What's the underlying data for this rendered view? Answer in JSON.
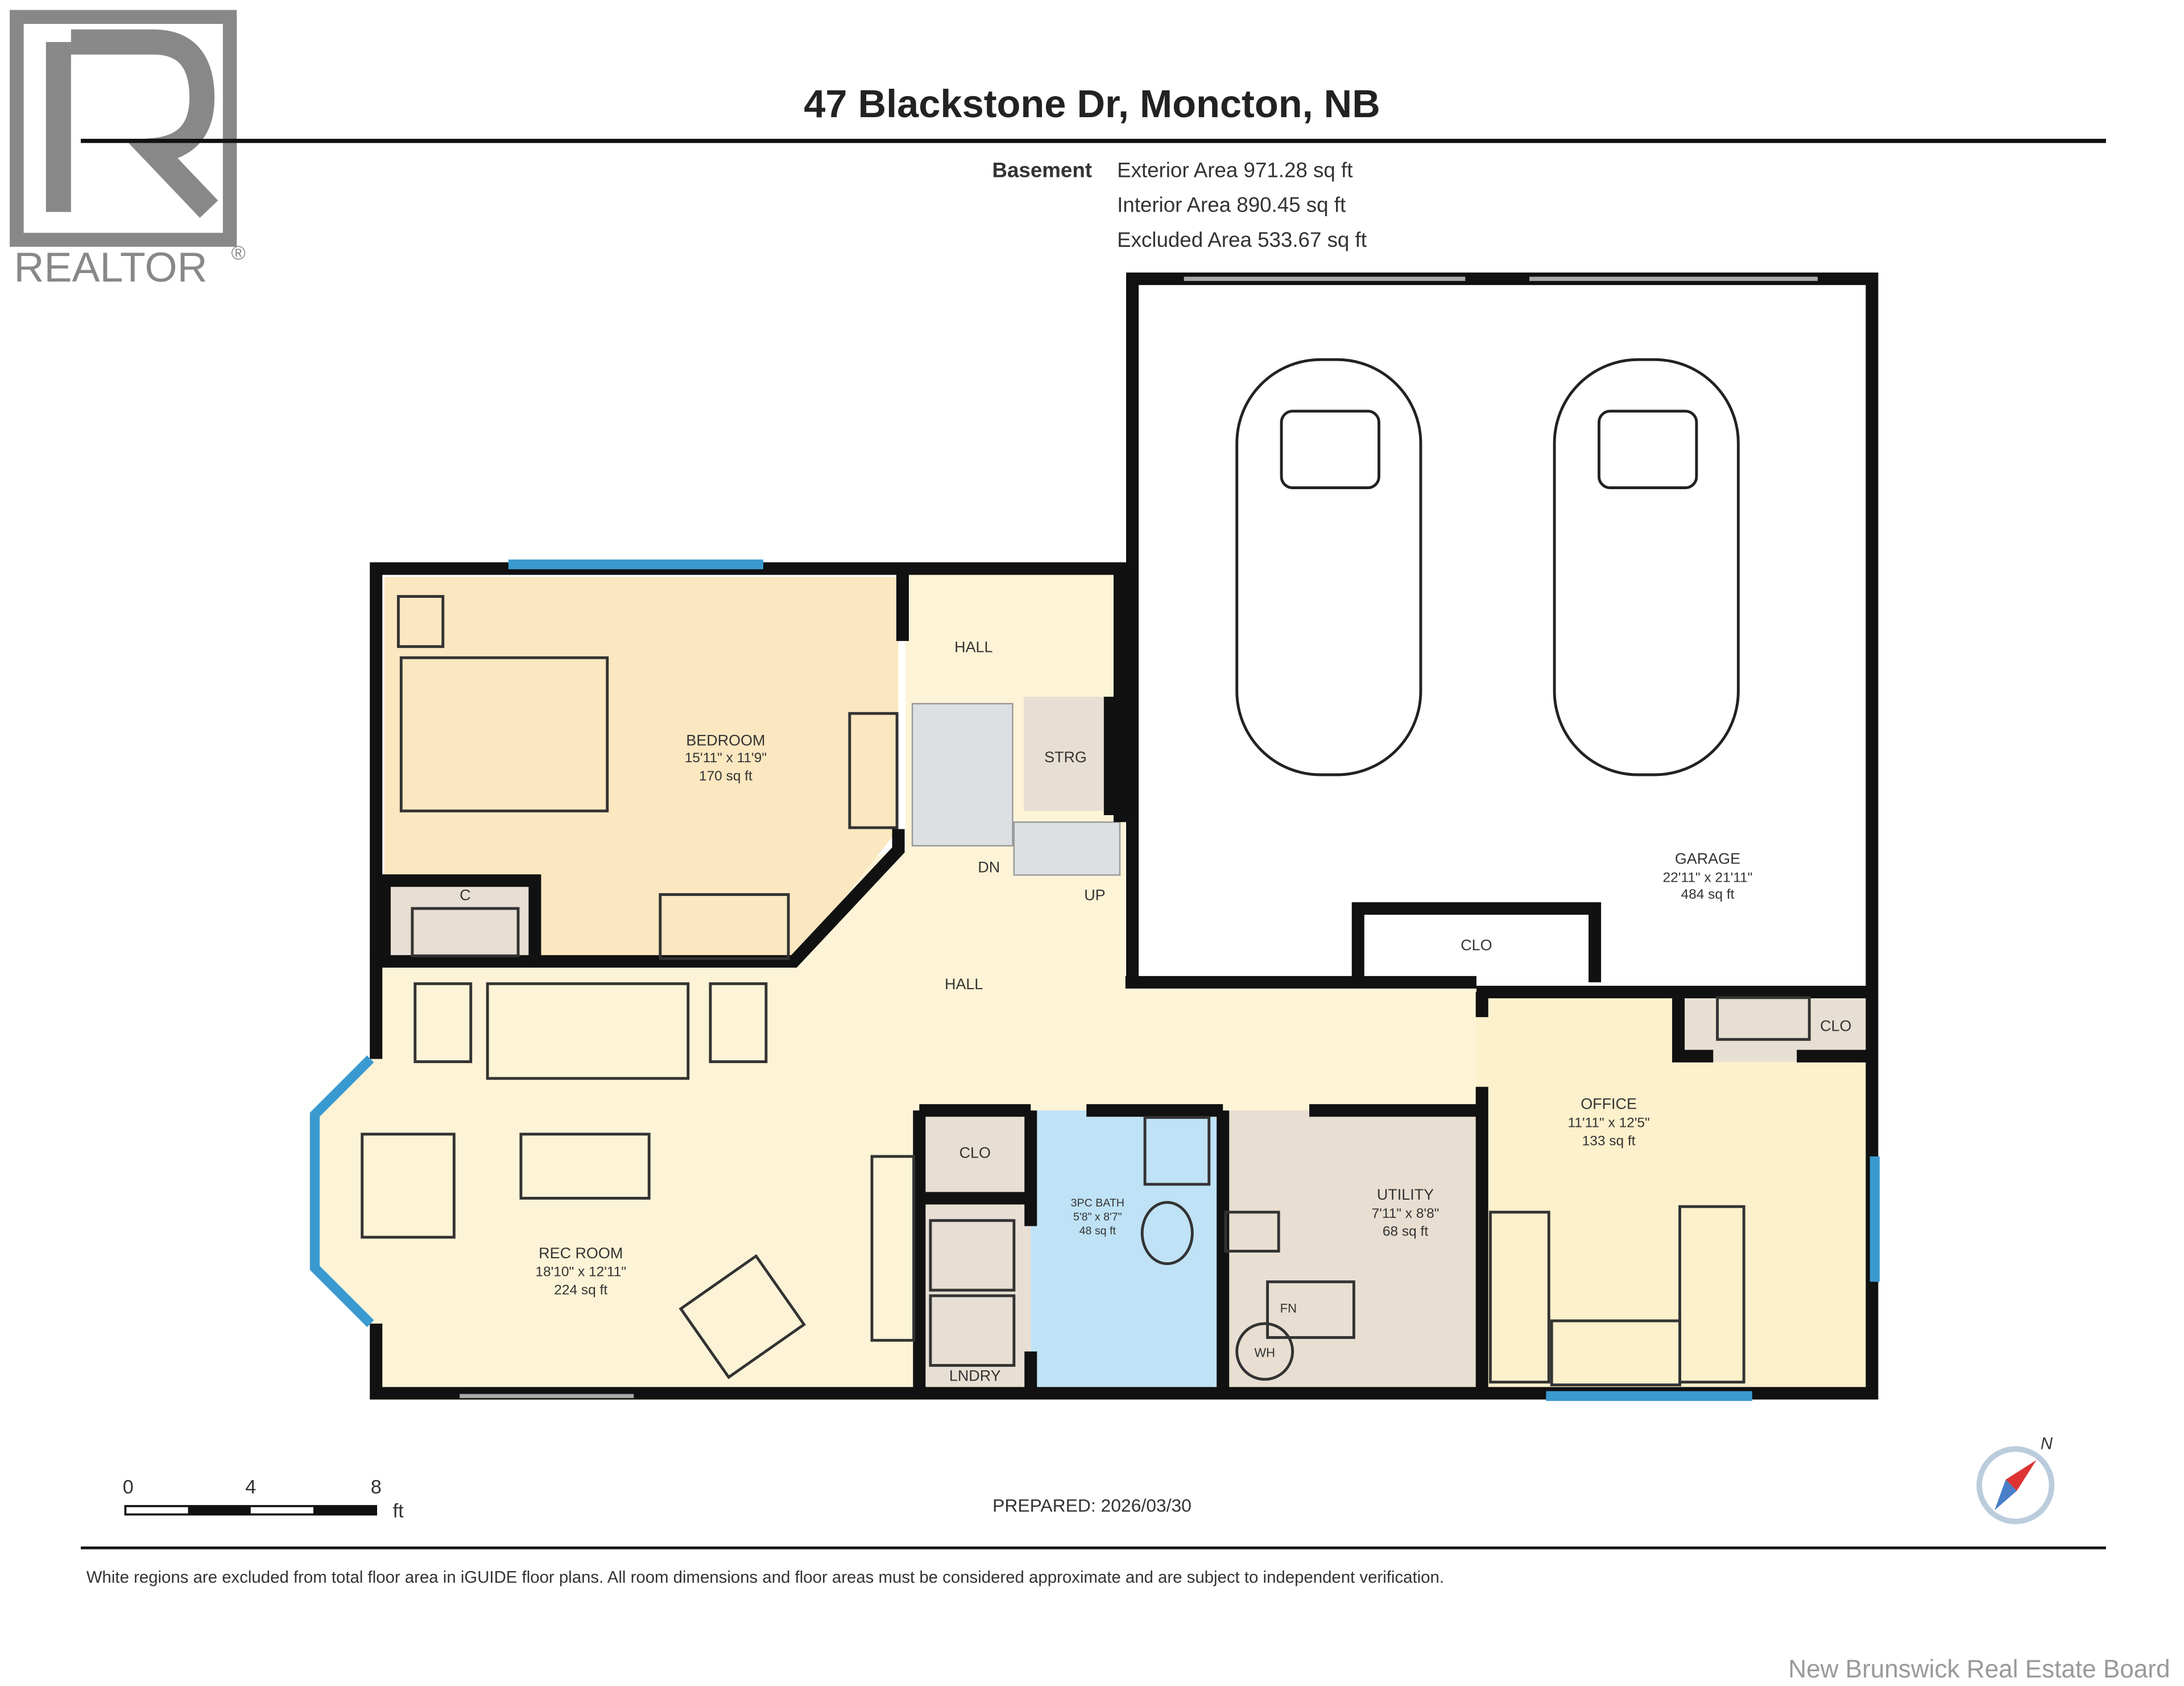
{
  "logo": {
    "text": "REALTOR",
    "mark": "®"
  },
  "header": {
    "title": "47 Blackstone Dr, Moncton, NB"
  },
  "areas": {
    "floor": "Basement",
    "exterior": "Exterior Area 971.28 sq ft",
    "interior": "Interior Area 890.45 sq ft",
    "excluded": "Excluded Area 533.67 sq ft"
  },
  "rooms": {
    "garage": {
      "name": "GARAGE",
      "dims": "22'11\" x 21'11\"",
      "area": "484 sq ft"
    },
    "bedroom": {
      "name": "BEDROOM",
      "dims": "15'11\" x 11'9\"",
      "area": "170 sq ft"
    },
    "rec_room": {
      "name": "REC ROOM",
      "dims": "18'10\" x 12'11\"",
      "area": "224 sq ft"
    },
    "office": {
      "name": "OFFICE",
      "dims": "11'11\" x 12'5\"",
      "area": "133 sq ft"
    },
    "utility": {
      "name": "UTILITY",
      "dims": "7'11\" x 8'8\"",
      "area": "68 sq ft"
    },
    "bath": {
      "name": "3PC BATH",
      "dims": "5'8\" x 8'7\"",
      "area": "48 sq ft"
    },
    "hall_upper": "HALL",
    "hall_main": "HALL",
    "strg": "STRG",
    "clo_garage": "CLO",
    "clo_office": "CLO",
    "clo_rec": "CLO",
    "closet_bedroom": "C",
    "laundry": "LNDRY",
    "stairs_dn": "DN",
    "stairs_up": "UP",
    "water_heater": "WH",
    "furnace": "FN"
  },
  "scale": {
    "ticks": [
      "0",
      "4",
      "8"
    ],
    "unit": "ft"
  },
  "prepared": "PREPARED: 2026/03/30",
  "compass": {
    "label": "N"
  },
  "disclaimer": "White regions are excluded from total floor area in iGUIDE floor plans. All room dimensions and floor areas must be considered approximate and are subject to independent verification.",
  "watermark": "New Brunswick Real Estate Board",
  "colors": {
    "wall": "#111111",
    "window": "#3a9ad0",
    "bedroom": "#fbe7c0",
    "hall": "#fdf3d6",
    "bath": "#bfe2f6",
    "utility": "#e8dfd2",
    "office": "#fdf0cc",
    "closet": "#e7dfd3"
  }
}
